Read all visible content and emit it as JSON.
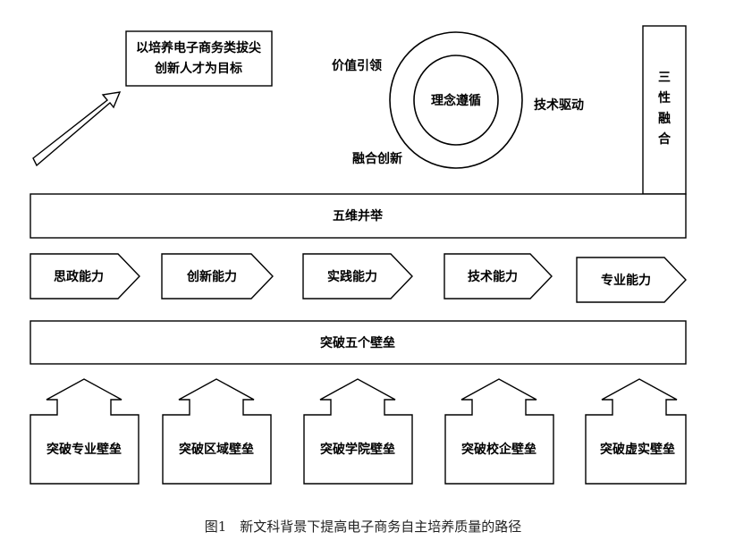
{
  "goal": {
    "line1": "以培养电子商务类拔尖",
    "line2": "创新人才为目标"
  },
  "circle": {
    "center": "理念遵循",
    "value": "价值引领",
    "tech": "技术驱动",
    "fusion": "融合创新"
  },
  "three": {
    "chars": [
      "三",
      "性",
      "融",
      "合"
    ]
  },
  "five_dim": "五维并举",
  "abilities": [
    "思政能力",
    "创新能力",
    "实践能力",
    "技术能力",
    "专业能力"
  ],
  "break_five": "突破五个壁垒",
  "barriers": [
    "突破专业壁垒",
    "突破区域壁垒",
    "突破学院壁垒",
    "突破校企壁垒",
    "突破虚实壁垒"
  ],
  "caption": "图1　新文科背景下提高电子商务自主培养质量的路径"
}
